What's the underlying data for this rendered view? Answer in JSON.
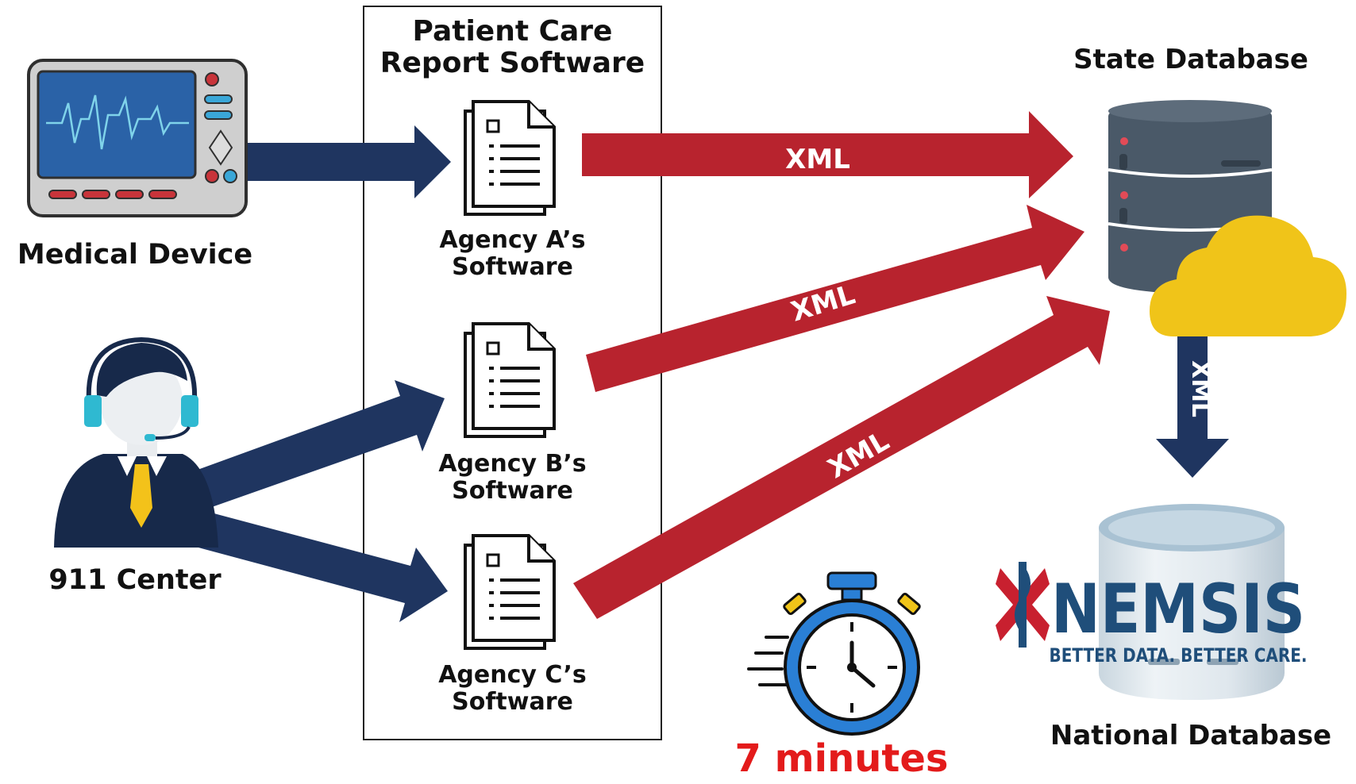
{
  "pcr_title_line1": "Patient Care",
  "pcr_title_line2": "Report Software",
  "medical_device_label": "Medical Device",
  "center_label": "911 Center",
  "state_db_label": "State Database",
  "national_db_label": "National Database",
  "agencies": [
    {
      "line1": "Agency A’s",
      "line2": "Software"
    },
    {
      "line1": "Agency B’s",
      "line2": "Software"
    },
    {
      "line1": "Agency C’s",
      "line2": "Software"
    }
  ],
  "xml_label": "XML",
  "time_label": "7 minutes",
  "nemsis_logo": "NEMSIS",
  "nemsis_tagline": "BETTER DATA. BETTER CARE.",
  "colors": {
    "navy": "#1f3560",
    "red": "#b8232e",
    "time_red": "#e31b1b",
    "cloud": "#f0c419",
    "db_gray": "#4a5968",
    "nemsis_blue": "#1f4e7a",
    "nemsis_red": "#c8202f"
  }
}
